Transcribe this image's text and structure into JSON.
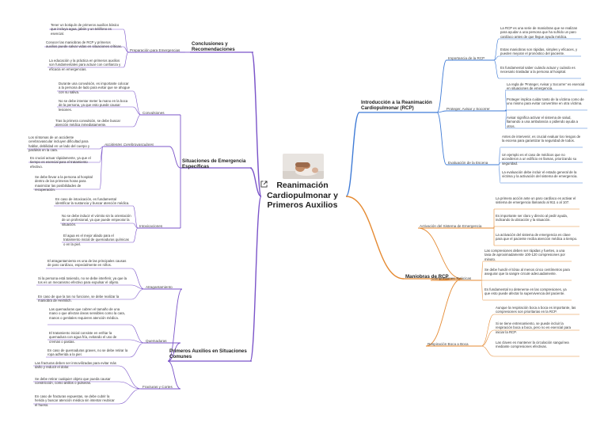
{
  "center": {
    "title": "Reanimación Cardiopulmonar y Primeros Auxilios"
  },
  "colors": {
    "purple": "#7b54c9",
    "blue": "#3f7bd6",
    "orange": "#e58a32",
    "green": "#5a9e3c",
    "text": "#333333"
  },
  "branches": [
    {
      "id": "conclusiones",
      "label": "Conclusiones y Recomendaciones",
      "color": "#7b54c9",
      "subs": [
        {
          "label": "Preparación para Emergencias",
          "leaves": [
            "Tener un botiquín de primeros auxilios básico que incluya agua, jabón y un teléfono es esencial.",
            "Conocer las maniobras de RCP y primeros auxilios puede salvar vidas en situaciones críticas.",
            "La educación y la práctica en primeros auxilios son fundamentales para actuar con confianza y eficacia en emergencias."
          ]
        }
      ]
    },
    {
      "id": "situaciones",
      "label": "Situaciones de Emergencia Específicas",
      "color": "#7b54c9",
      "subs": [
        {
          "label": "Convulsiones",
          "leaves": [
            "Durante una convulsión, es importante colocar a la persona de lado para evitar que se ahogue con su saliva.",
            "No se debe intentar meter la mano en la boca de la persona, ya que esto puede causar lesiones.",
            "Tras la primera convulsión, se debe buscar atención médica inmediatamente."
          ]
        },
        {
          "label": "Accidentes Cerebrovasculares",
          "leaves": [
            "Los síntomas de un accidente cerebrovascular incluyen dificultad para hablar, debilidad en un lado del cuerpo y parálisis en la cara.",
            "Es crucial actuar rápidamente, ya que el tiempo es esencial para el tratamiento efectivo.",
            "Se debe llevar a la persona al hospital dentro de las primeras horas para maximizar las posibilidades de recuperación."
          ]
        },
        {
          "label": "Intoxicaciones",
          "leaves": [
            "En caso de intoxicación, es fundamental identificar la sustancia y buscar atención médica.",
            "No se debe inducir el vómito sin la orientación de un profesional, ya que puede empeorar la situación.",
            "El agua es el mejor aliado para el tratamiento inicial de quemaduras químicas o en la piel."
          ]
        }
      ]
    },
    {
      "id": "primeros",
      "label": "Primeros Auxilios en Situaciones Comunes",
      "color": "#7b54c9",
      "subs": [
        {
          "label": "Atragantamiento",
          "leaves": [
            "El atragantamiento es una de las principales causas de paro cardíaco, especialmente en niños.",
            "Si la persona está tosiendo, no se debe interferir, ya que la tos es un mecanismo efectivo para expulsar el objeto.",
            "En caso de que la tos no funcione, se debe realizar la maniobra de Heimlich."
          ]
        },
        {
          "label": "Quemaduras",
          "leaves": [
            "Las quemaduras que cubren el tamaño de una mano o que afectan áreas sensibles como la cara, manos o genitales requieren atención médica.",
            "El tratamiento inicial consiste en enfriar la quemadura con agua fría, evitando el uso de cremas o pastas.",
            "En caso de quemaduras graves, no se debe retirar la ropa adherida a la piel."
          ]
        },
        {
          "label": "Fracturas y Cortes",
          "leaves": [
            "Las fracturas deben ser inmovilizadas para evitar más daño y reducir el dolor.",
            "Se debe retirar cualquier objeto que pueda causar constricción, como anillos o pulseras.",
            "En caso de fracturas expuestas, se debe cubrir la herida y buscar atención médica sin intentar reubicar el hueso."
          ]
        }
      ]
    },
    {
      "id": "intro",
      "label": "Introducción a la Reanimación Cardiopulmonar (RCP)",
      "color": "#3f7bd6",
      "subs": [
        {
          "label": "Importancia de la RCP",
          "leaves": [
            "La RCP es una serie de maniobras que se realizan para ayudar a una persona que ha sufrido un paro cardíaco antes de que llegue ayuda médica.",
            "Estas maniobras son rápidas, simples y eficaces, y pueden mejorar el pronóstico del paciente.",
            "Es fundamental saber cuándo actuar y cuándo es necesario trasladar a la persona al hospital."
          ]
        },
        {
          "label": "Proteger, Avisar y Socorrer",
          "leaves": [
            "La regla de 'Proteger, Avisar y Socorrer' es esencial en situaciones de emergencia.",
            "Proteger implica cuidar tanto de la víctima como de uno mismo para evitar convertirse en otra víctima.",
            "Avisar significa activar el sistema de salud, llamando a una ambulancia o pidiendo ayuda a otros."
          ]
        },
        {
          "label": "Evaluación de la Escena",
          "leaves": [
            "Antes de intervenir, es crucial evaluar los riesgos de la escena para garantizar la seguridad de todos.",
            "Un ejemplo es el caso de médicos que no accedieron a un edificio en llamas, priorizando su seguridad.",
            "La evaluación debe incluir el estado general de la víctima y la activación del sistema de emergencia."
          ]
        }
      ]
    },
    {
      "id": "maniobras",
      "label": "Maniobras de RCP",
      "color": "#e58a32",
      "subs": [
        {
          "label": "Activación del Sistema de Emergencia",
          "leaves": [
            "La primera acción ante un paro cardíaco es activar el sistema de emergencia llamando al 911 o al 107.",
            "Es importante ser claro y directo al pedir ayuda, indicando la ubicación y la situación.",
            "La activación del sistema de emergencia es clave para que el paciente reciba atención médica a tiempo."
          ]
        },
        {
          "label": "Compresiones Torácicas",
          "leaves": [
            "Las compresiones deben ser rápidas y fuertes, a una tasa de aproximadamente 100-120 compresiones por minuto.",
            "Se debe hundir el tórax al menos cinco centímetros para asegurar que la sangre circule adecuadamente.",
            "Es fundamental no detenerse en las compresiones, ya que esto puede afectar la supervivencia del paciente."
          ]
        },
        {
          "label": "Respiración Boca a Boca",
          "leaves": [
            "Aunque la respiración boca a boca es importante, las compresiones son prioritarias en la RCP.",
            "Si se tiene entrenamiento, se puede incluir la respiración boca a boca, pero no es esencial para iniciar la RCP.",
            "Las claves es mantener la circulación sanguínea mediante compresiones efectivas."
          ]
        }
      ]
    }
  ]
}
